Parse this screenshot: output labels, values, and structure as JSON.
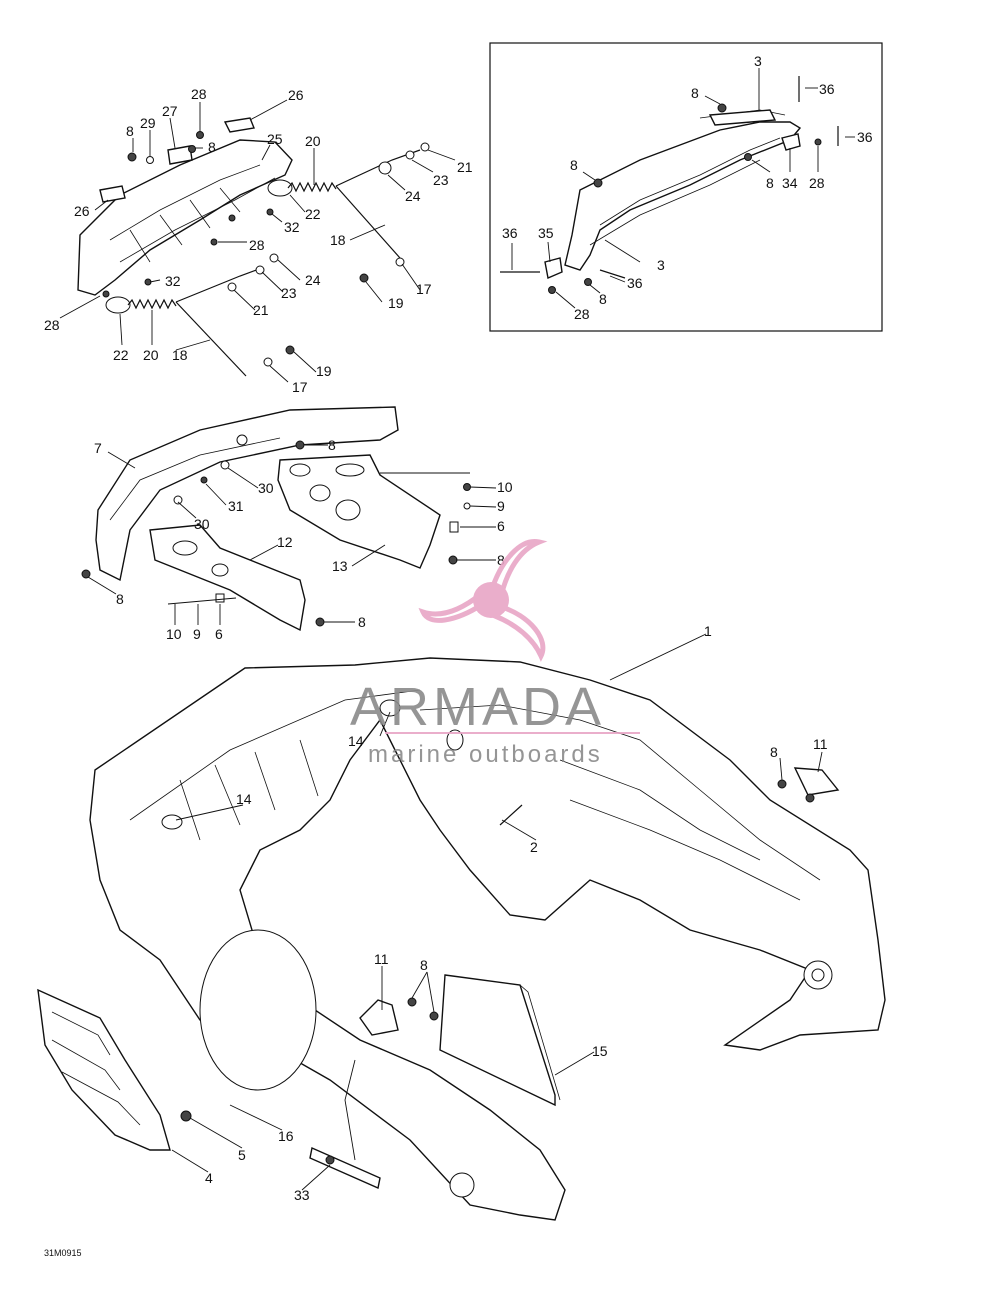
{
  "callouts": {
    "c1": "1",
    "c2": "2",
    "c3a": "3",
    "c3b": "3",
    "c4": "4",
    "c5": "5",
    "c6a": "6",
    "c6b": "6",
    "c7": "7",
    "c8a": "8",
    "c8b": "8",
    "c8c": "8",
    "c8d": "8",
    "c8e": "8",
    "c8f": "8",
    "c8g": "8",
    "c8h": "8",
    "c8i": "8",
    "c8j": "8",
    "c8k": "8",
    "c8l": "8",
    "c9a": "9",
    "c9b": "9",
    "c10a": "10",
    "c10b": "10",
    "c11a": "11",
    "c11b": "11",
    "c12": "12",
    "c13": "13",
    "c14a": "14",
    "c14b": "14",
    "c15": "15",
    "c16": "16",
    "c17a": "17",
    "c17b": "17",
    "c18a": "18",
    "c18b": "18",
    "c19a": "19",
    "c19b": "19",
    "c20a": "20",
    "c20b": "20",
    "c21a": "21",
    "c21b": "21",
    "c22a": "22",
    "c22b": "22",
    "c23a": "23",
    "c23b": "23",
    "c24a": "24",
    "c24b": "24",
    "c25": "25",
    "c26a": "26",
    "c26b": "26",
    "c27": "27",
    "c28a": "28",
    "c28b": "28",
    "c28c": "28",
    "c28d": "28",
    "c28e": "28",
    "c29": "29",
    "c30a": "30",
    "c30b": "30",
    "c31": "31",
    "c32a": "32",
    "c32b": "32",
    "c33": "33",
    "c34": "34",
    "c35": "35",
    "c36a": "36",
    "c36b": "36",
    "c36c": "36",
    "c36d": "36"
  },
  "watermark": {
    "brand": "ARMADA",
    "tagline": "marine outboards",
    "logo_icon": "propeller-logo-icon",
    "brand_color": "#e8a6c6",
    "text_color": "#8a8a8a"
  },
  "drawing_code": "31M0915",
  "icons": {
    "nut": "nut-icon",
    "bolt": "bolt-icon",
    "spring": "spring-icon"
  }
}
